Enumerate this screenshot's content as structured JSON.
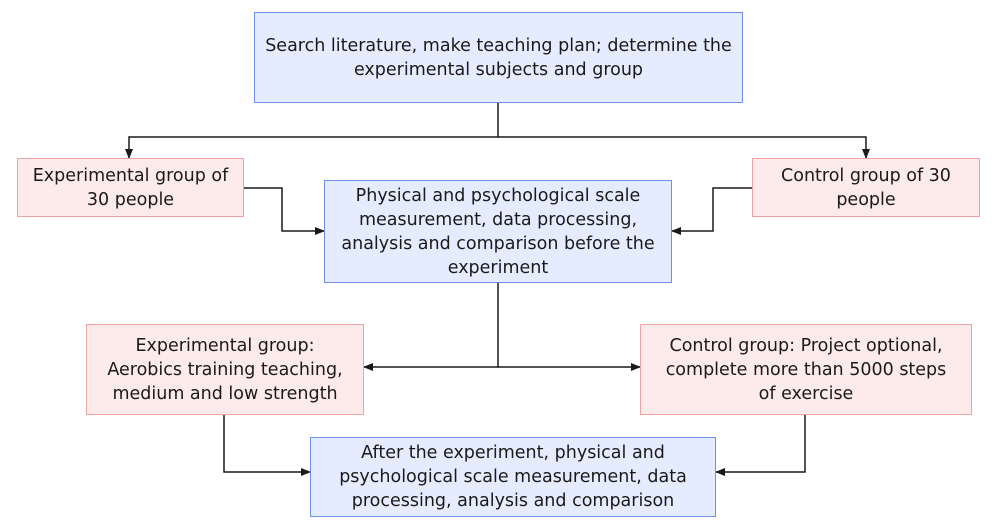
{
  "diagram": {
    "nodes": {
      "top": {
        "text": "Search literature, make teaching plan; determine the experimental subjects and group",
        "fill": "#e6ecff",
        "stroke": "#6f8fe8"
      },
      "exp_group": {
        "text": "Experimental group of 30 people",
        "fill": "#fdeaea",
        "stroke": "#f0a3a3"
      },
      "ctrl_group": {
        "text": "Control group of 30 people",
        "fill": "#fdeaea",
        "stroke": "#f0a3a3"
      },
      "pre_measure": {
        "text": "Physical and psychological scale measurement, data processing, analysis and comparison before the experiment",
        "fill": "#e6ecff",
        "stroke": "#6f8fe8"
      },
      "exp_training": {
        "text": "Experimental group: Aerobics training teaching, medium and low strength",
        "fill": "#fdeaea",
        "stroke": "#f0a3a3"
      },
      "ctrl_training": {
        "text": "Control group: Project optional, complete more than 5000 steps of exercise",
        "fill": "#fdeaea",
        "stroke": "#f0a3a3"
      },
      "post_measure": {
        "text": "After the experiment, physical and psychological scale measurement, data processing, analysis and comparison",
        "fill": "#e6ecff",
        "stroke": "#6f8fe8"
      }
    },
    "edges": [
      {
        "from": "top",
        "to": "exp_group"
      },
      {
        "from": "top",
        "to": "ctrl_group"
      },
      {
        "from": "exp_group",
        "to": "pre_measure"
      },
      {
        "from": "ctrl_group",
        "to": "pre_measure"
      },
      {
        "from": "pre_measure",
        "to": "exp_training"
      },
      {
        "from": "pre_measure",
        "to": "ctrl_training"
      },
      {
        "from": "exp_training",
        "to": "post_measure"
      },
      {
        "from": "ctrl_training",
        "to": "post_measure"
      }
    ],
    "edge_color": "#1a1a1a"
  }
}
